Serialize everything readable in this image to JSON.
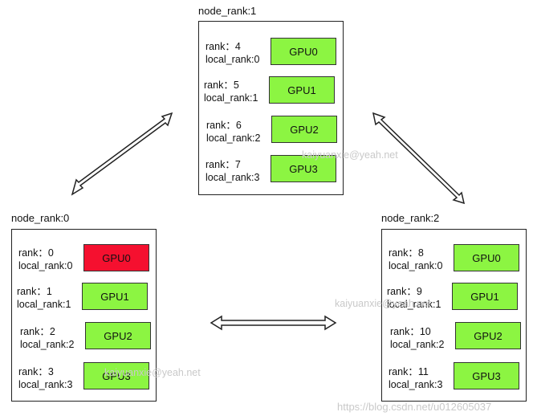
{
  "nodes": [
    {
      "label": "node_rank:0",
      "gpus": [
        {
          "rank": "rank：0",
          "local": "local_rank:0",
          "name": "GPU0",
          "color": "#f5102f"
        },
        {
          "rank": "rank：1",
          "local": "local_rank:1",
          "name": "GPU1",
          "color": "#8cf542"
        },
        {
          "rank": "rank：2",
          "local": "local_rank:2",
          "name": "GPU2",
          "color": "#8cf542"
        },
        {
          "rank": "rank：3",
          "local": "local_rank:3",
          "name": "GPU3",
          "color": "#8cf542"
        }
      ]
    },
    {
      "label": "node_rank:1",
      "gpus": [
        {
          "rank": "rank：4",
          "local": "local_rank:0",
          "name": "GPU0",
          "color": "#8cf542"
        },
        {
          "rank": "rank：5",
          "local": "local_rank:1",
          "name": "GPU1",
          "color": "#8cf542"
        },
        {
          "rank": "rank：6",
          "local": "local_rank:2",
          "name": "GPU2",
          "color": "#8cf542"
        },
        {
          "rank": "rank：7",
          "local": "local_rank:3",
          "name": "GPU3",
          "color": "#8cf542"
        }
      ]
    },
    {
      "label": "node_rank:2",
      "gpus": [
        {
          "rank": "rank：8",
          "local": "local_rank:0",
          "name": "GPU0",
          "color": "#8cf542"
        },
        {
          "rank": "rank：9",
          "local": "local_rank:1",
          "name": "GPU1",
          "color": "#8cf542"
        },
        {
          "rank": "rank：10",
          "local": "local_rank:2",
          "name": "GPU2",
          "color": "#8cf542"
        },
        {
          "rank": "rank：11",
          "local": "local_rank:3",
          "name": "GPU3",
          "color": "#8cf542"
        }
      ]
    }
  ],
  "watermarks": {
    "w1": "kaiyuanxie@yeah.net",
    "w2": "kaiyuanxie@yeah.net",
    "w3": "kaiyuanxie@yeah.net",
    "w4": "https://blog.csdn.net/u012605037"
  }
}
